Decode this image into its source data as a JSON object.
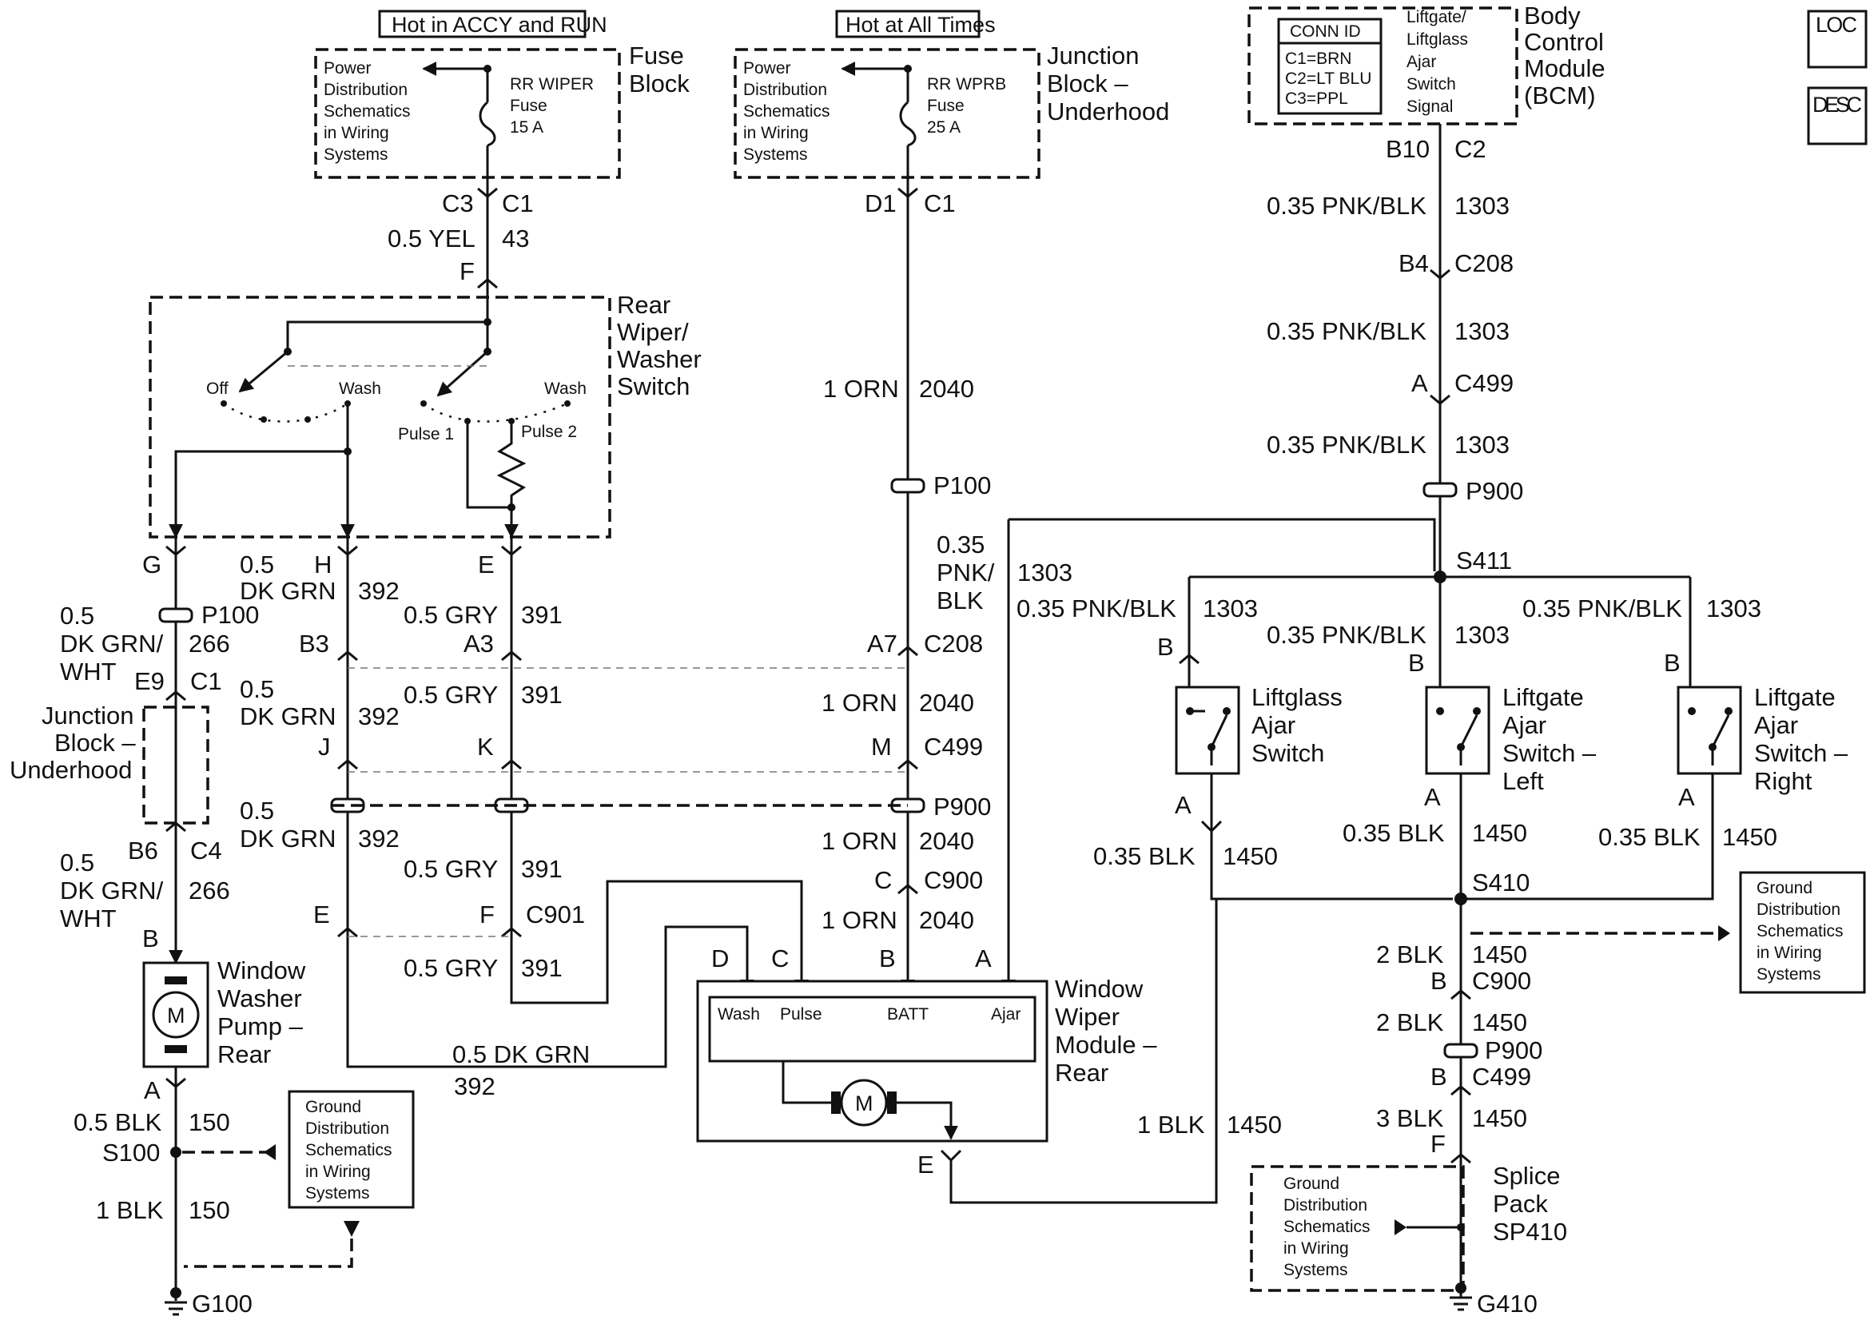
{
  "nav": {
    "loc_label": "LOC",
    "desc_label": "DESC"
  },
  "fuse_block": {
    "hot_label": "Hot in ACCY and RUN",
    "power_note": [
      "Power",
      "Distribution",
      "Schematics",
      "in Wiring",
      "Systems"
    ],
    "fuse": [
      "RR WIPER",
      "Fuse",
      "15 A"
    ],
    "title": [
      "Fuse",
      "Block"
    ]
  },
  "junction_block": {
    "hot_label": "Hot at All Times",
    "power_note": [
      "Power",
      "Distribution",
      "Schematics",
      "in Wiring",
      "Systems"
    ],
    "fuse": [
      "RR WPRB",
      "Fuse",
      "25 A"
    ],
    "title": [
      "Junction",
      "Block –",
      "Underhood"
    ]
  },
  "bcm": {
    "conn_id_title": "CONN ID",
    "conn_ids": [
      "C1=BRN",
      "C2=LT BLU",
      "C3=PPL"
    ],
    "signal": [
      "Liftgate/",
      "Liftglass",
      "Ajar",
      "Switch",
      "Signal"
    ],
    "title": [
      "Body",
      "Control",
      "Module",
      "(BCM)"
    ],
    "pin": "B10",
    "connector": "C2"
  },
  "rear_switch": {
    "title": [
      "Rear",
      "Wiper/",
      "Washer",
      "Switch"
    ],
    "positions": {
      "off": "Off",
      "wash_left": "Wash",
      "wash_right": "Wash",
      "pulse1": "Pulse 1",
      "pulse2": "Pulse 2"
    },
    "pins": {
      "f": "F",
      "g": "G",
      "h": "H",
      "e": "E"
    }
  },
  "fuse_block_out": {
    "c3": "C3",
    "c1": "C1",
    "gauge": "0.5 YEL",
    "circuit": "43"
  },
  "junction_out": {
    "d1": "D1",
    "c1": "C1",
    "gauge": "1 ORN",
    "circuit": "2040",
    "p100": "P100"
  },
  "orn_wire": {
    "a7": "A7",
    "c208": "C208",
    "gauge1": "1 ORN",
    "circuit1": "2040",
    "m": "M",
    "c499": "C499",
    "p900": "P900",
    "gauge2": "1 ORN",
    "circuit2": "2040",
    "c": "C",
    "c900": "C900",
    "gauge3": "1 ORN",
    "circuit3": "2040"
  },
  "washer_pump_wire": {
    "gauge1": "0.5",
    "gauge1b": "DK GRN/",
    "gauge1c": "WHT",
    "circuit1": "266",
    "p100": "P100",
    "e9": "E9",
    "c1": "C1",
    "junction_block": [
      "Junction",
      "Block –",
      "Underhood"
    ],
    "b6": "B6",
    "c4": "C4",
    "gauge2": "0.5",
    "gauge2b": "DK GRN/",
    "gauge2c": "WHT",
    "circuit2": "266",
    "b": "B"
  },
  "dkgrn_wire": {
    "gauge1a": "0.5",
    "gauge1b": "DK GRN",
    "circuit1": "392",
    "b3": "B3",
    "j": "J",
    "gauge2a": "0.5",
    "gauge2b": "DK GRN",
    "circuit2": "392",
    "gauge3a": "0.5",
    "gauge3b": "DK GRN",
    "circuit3": "392",
    "e": "E",
    "gauge4": "0.5 DK GRN",
    "circuit4": "392"
  },
  "gry_wire": {
    "gauge1": "0.5 GRY",
    "circuit1": "391",
    "a3": "A3",
    "k": "K",
    "gauge2": "0.5 GRY",
    "circuit2": "391",
    "gauge3": "0.5 GRY",
    "circuit3": "391",
    "f": "F",
    "c901": "C901",
    "gauge4": "0.5 GRY",
    "circuit4": "391"
  },
  "washer_pump": {
    "title": [
      "Window",
      "Washer",
      "Pump –",
      "Rear"
    ],
    "motor": "M",
    "pin_a": "A",
    "gauge1": "0.5 BLK",
    "circuit1": "150",
    "splice": "S100",
    "gauge2": "1 BLK",
    "circuit2": "150",
    "ground": "G100",
    "ground_note": [
      "Ground",
      "Distribution",
      "Schematics",
      "in Wiring",
      "Systems"
    ]
  },
  "wiper_module": {
    "title": [
      "Window",
      "Wiper",
      "Module –",
      "Rear"
    ],
    "pins": {
      "d": "D",
      "c": "C",
      "b": "B",
      "a": "A",
      "e": "E"
    },
    "terminals": {
      "wash": "Wash",
      "pulse": "Pulse",
      "batt": "BATT",
      "ajar": "Ajar"
    },
    "motor": "M"
  },
  "ajar_wire": {
    "gauge_a": "0.35",
    "gauge_b": "PNK/",
    "gauge_c": "BLK",
    "circuit": "1303"
  },
  "bcm_wire": {
    "gauge1": "0.35 PNK/BLK",
    "circuit1": "1303",
    "b4": "B4",
    "c208": "C208",
    "gauge2": "0.35 PNK/BLK",
    "circuit2": "1303",
    "a": "A",
    "c499": "C499",
    "gauge3": "0.35 PNK/BLK",
    "circuit3": "1303",
    "p900": "P900",
    "splice": "S411"
  },
  "switches": {
    "liftglass": {
      "gauge": "0.35 PNK/BLK",
      "circuit": "1303",
      "pin_b": "B",
      "name": [
        "Liftglass",
        "Ajar",
        "Switch"
      ],
      "pin_a": "A",
      "gauge_out": "0.35 BLK",
      "circuit_out": "1450"
    },
    "left": {
      "gauge": "0.35 PNK/BLK",
      "circuit": "1303",
      "pin_b": "B",
      "name": [
        "Liftgate",
        "Ajar",
        "Switch –",
        "Left"
      ],
      "pin_a": "A",
      "gauge_out": "0.35 BLK",
      "circuit_out": "1450"
    },
    "right": {
      "gauge": "0.35 PNK/BLK",
      "circuit": "1303",
      "pin_b": "B",
      "name": [
        "Liftgate",
        "Ajar",
        "Switch –",
        "Right"
      ],
      "pin_a": "A",
      "gauge_out": "0.35 BLK",
      "circuit_out": "1450"
    }
  },
  "ground_side": {
    "splice": "S410",
    "gnd_note": [
      "Ground",
      "Distribution",
      "Schematics",
      "in Wiring",
      "Systems"
    ],
    "gauge1": "2 BLK",
    "circuit1": "1450",
    "b1": "B",
    "c900": "C900",
    "gauge2": "2 BLK",
    "circuit2": "1450",
    "p900": "P900",
    "b2": "B",
    "c499": "C499",
    "gauge3": "3 BLK",
    "circuit3": "1450",
    "f": "F",
    "splice_pack": [
      "Splice",
      "Pack",
      "SP410"
    ],
    "pack_note": [
      "Ground",
      "Distribution",
      "Schematics",
      "in Wiring",
      "Systems"
    ],
    "ground": "G410",
    "module_gauge": "1 BLK",
    "module_circuit": "1450"
  }
}
